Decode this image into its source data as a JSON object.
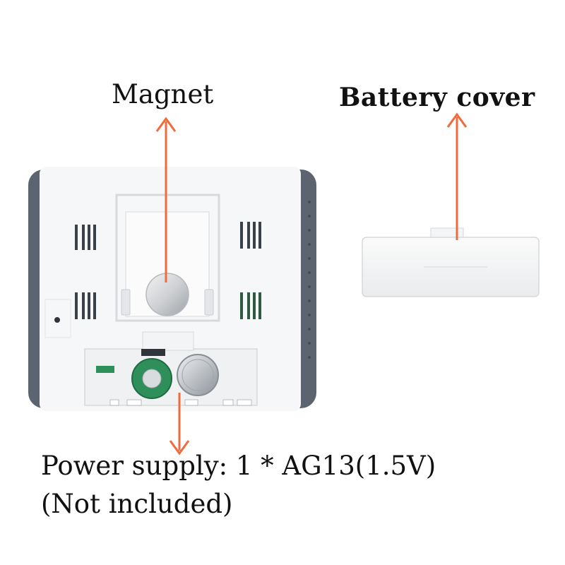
{
  "labels": {
    "magnet": "Magnet",
    "battery_cover": "Battery cover",
    "power_supply": "Power supply: 1 * AG13(1.5V)",
    "not_included": "(Not included)"
  },
  "colors": {
    "arrow": "#ef6b3c",
    "device_body": "#f6f7f8",
    "device_side": "#5c6470",
    "battery_green": "#2f8f5a",
    "coin_cell": "#c9cdd2",
    "text": "#111111"
  }
}
